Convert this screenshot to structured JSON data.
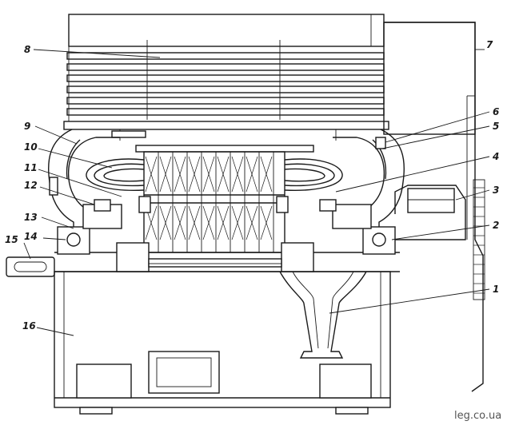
{
  "labels": {
    "l1": "1",
    "l2": "2",
    "l3": "3",
    "l4": "4",
    "l5": "5",
    "l6": "6",
    "l7": "7",
    "l8": "8",
    "l9": "9",
    "l10": "10",
    "l11": "11",
    "l12": "12",
    "l13": "13",
    "l14": "14",
    "l15": "15",
    "l16": "16"
  },
  "watermark": "leg.co.ua"
}
